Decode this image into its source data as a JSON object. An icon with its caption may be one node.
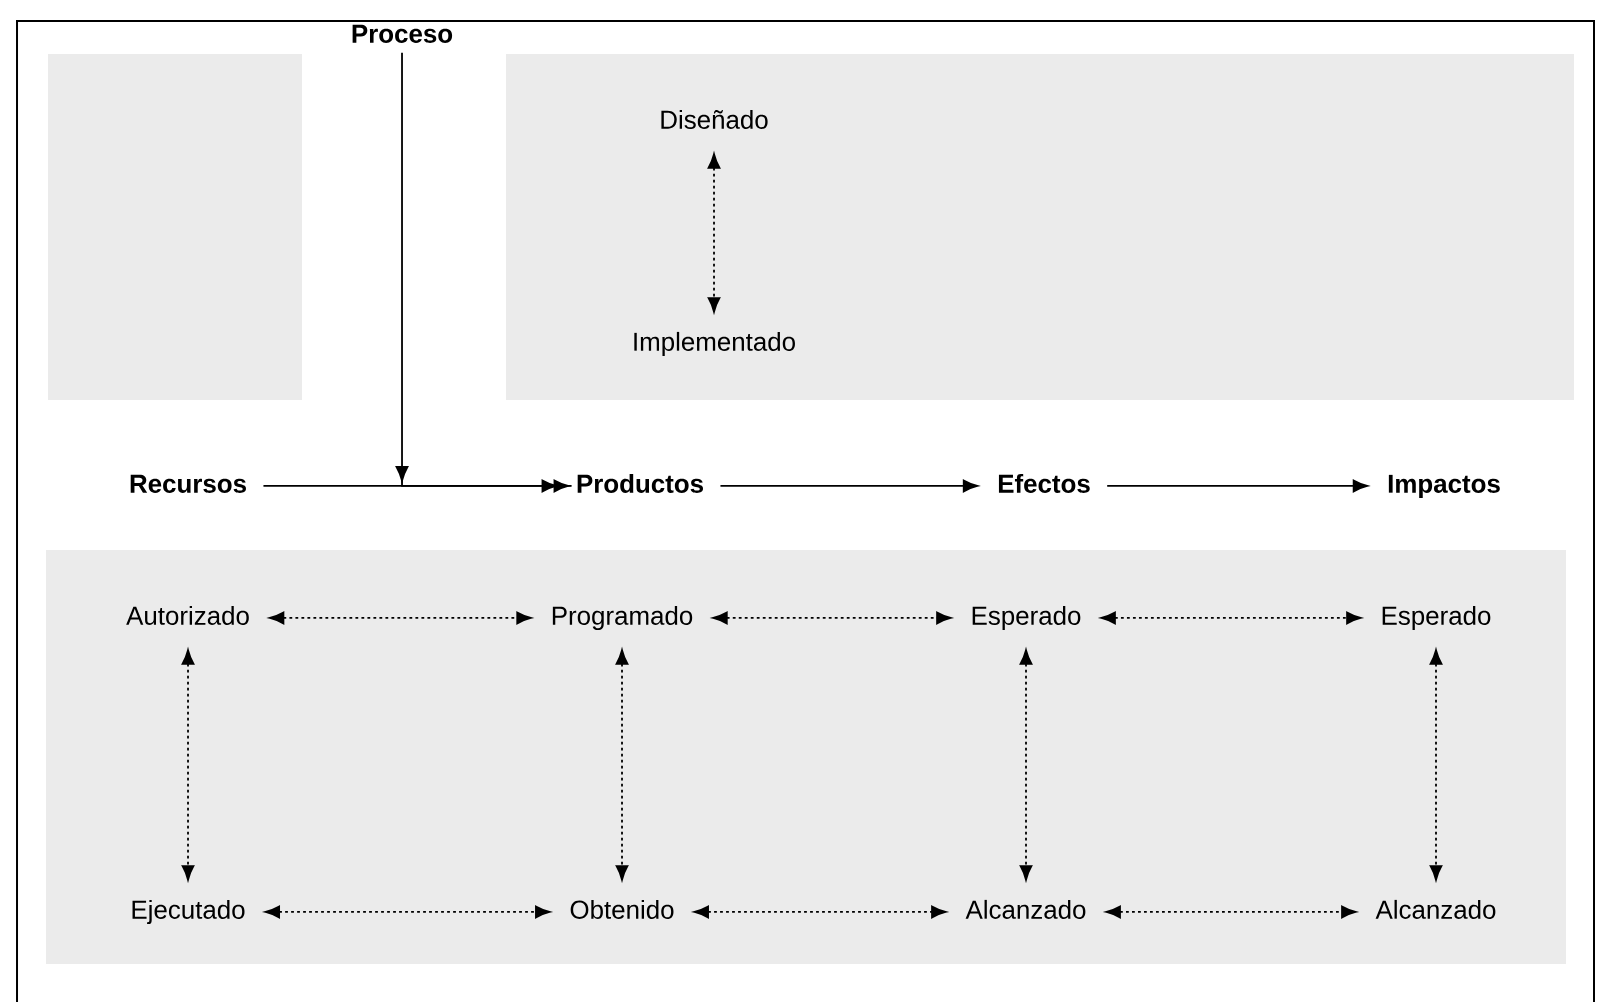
{
  "diagram": {
    "nodes": [
      {
        "text": [],
        "shape": "box"
      },
      {
        "text": [
          "Proceso"
        ]
      },
      {
        "text": [],
        "shape": "box"
      },
      {
        "text": [
          "Diseñado"
        ],
        "in": 2
      },
      {
        "text": [
          "Implementado"
        ],
        "in": 2
      },
      {
        "text": [
          "Recursos"
        ]
      },
      {
        "text": [
          "Productos"
        ]
      },
      {
        "text": [
          "Efectos"
        ]
      },
      {
        "text": [
          "Impactos"
        ]
      },
      {
        "text": [],
        "shape": "box"
      },
      {
        "text": [
          "Autorizado"
        ],
        "in": 9
      },
      {
        "text": [
          "Programado"
        ],
        "in": 9
      },
      {
        "text": [
          "Esperado"
        ],
        "in": 9
      },
      {
        "text": [
          "Esperado"
        ],
        "in": 9
      },
      {
        "text": [
          "Ejecutado"
        ],
        "in": 9
      },
      {
        "text": [
          "Obtenido"
        ],
        "in": 9
      },
      {
        "text": [
          "Alcanzado"
        ],
        "in": 9
      },
      {
        "text": [
          "Alcanzado"
        ],
        "in": 9
      }
    ],
    "edges": [
      {
        "from": 5,
        "to": 6,
        "arrow": "to"
      },
      {
        "from": 1,
        "to": 6,
        "arrow": "to"
      },
      {
        "from": 6,
        "to": 7,
        "arrow": "to"
      },
      {
        "from": 7,
        "to": 8,
        "arrow": "to"
      },
      {
        "from": 3,
        "to": 4,
        "arrow": "both",
        "style": "dashed"
      },
      {
        "from": 10,
        "to": 11,
        "arrow": "both",
        "style": "dashed"
      },
      {
        "from": 11,
        "to": 12,
        "arrow": "both",
        "style": "dashed"
      },
      {
        "from": 12,
        "to": 13,
        "arrow": "both",
        "style": "dashed"
      },
      {
        "from": 10,
        "to": 14,
        "arrow": "both",
        "style": "dashed"
      },
      {
        "from": 11,
        "to": 15,
        "arrow": "both",
        "style": "dashed"
      },
      {
        "from": 12,
        "to": 16,
        "arrow": "both",
        "style": "dashed"
      },
      {
        "from": 13,
        "to": 17,
        "arrow": "both",
        "style": "dashed"
      },
      {
        "from": 14,
        "to": 15,
        "arrow": "both",
        "style": "dashed"
      },
      {
        "from": 15,
        "to": 16,
        "arrow": "both",
        "style": "dashed"
      },
      {
        "from": 16,
        "to": 17,
        "arrow": "both",
        "style": "dashed"
      }
    ]
  }
}
